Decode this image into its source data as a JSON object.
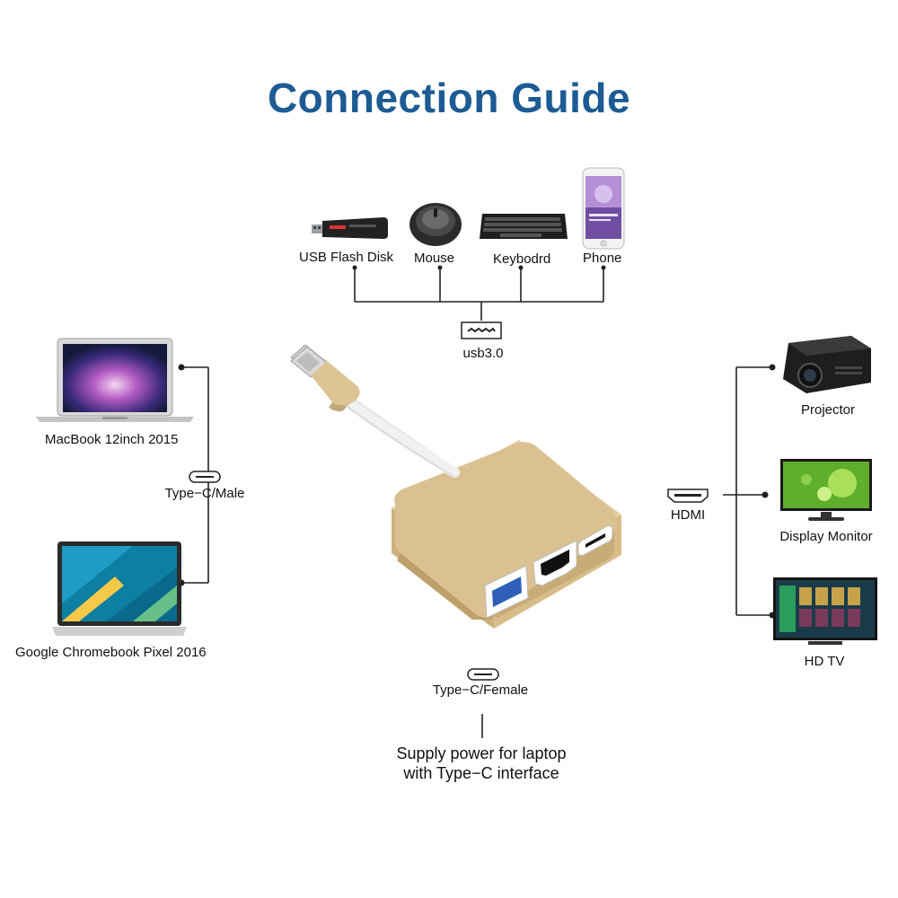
{
  "title": "Connection Guide",
  "usb_devices": [
    {
      "label": "USB Flash Disk",
      "icon": "usb-flash-disk-icon"
    },
    {
      "label": "Mouse",
      "icon": "mouse-icon"
    },
    {
      "label": "Keybodrd",
      "icon": "keyboard-icon"
    },
    {
      "label": "Phone",
      "icon": "phone-icon"
    }
  ],
  "usb_port_label": "usb3.0",
  "laptops": [
    {
      "label": "MacBook 12inch 2015",
      "icon": "macbook-icon"
    },
    {
      "label": "Google Chromebook Pixel 2016",
      "icon": "chromebook-icon"
    }
  ],
  "typec_male_label": "Type−C/Male",
  "typec_female_label": "Type−C/Female",
  "power_note": {
    "line1": "Supply power for laptop",
    "line2": "with Type−C interface"
  },
  "hdmi_label": "HDMI",
  "displays": [
    {
      "label": "Projector",
      "icon": "projector-icon"
    },
    {
      "label": "Display Monitor",
      "icon": "monitor-icon"
    },
    {
      "label": "HD TV",
      "icon": "tv-icon"
    }
  ],
  "colors": {
    "title": "#1d5b94",
    "adapter_body": "#d9bf8e",
    "line": "#222222"
  }
}
